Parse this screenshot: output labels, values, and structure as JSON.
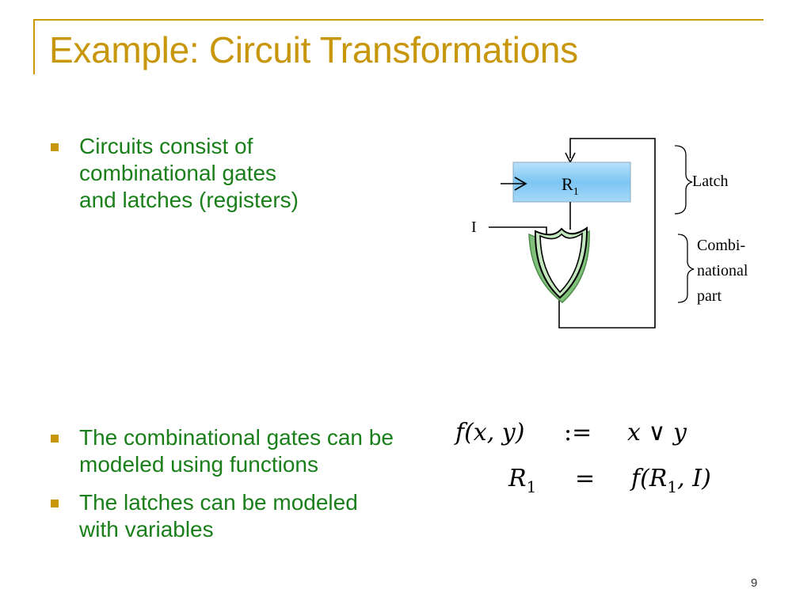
{
  "slide": {
    "title": "Example: Circuit Transformations",
    "page_number": "9"
  },
  "bullets_top": [
    "Circuits consist of combinational gates and latches (registers)"
  ],
  "bullets_bottom": [
    "The combinational gates can be modeled using functions",
    "The latches can be modeled with variables"
  ],
  "diagram": {
    "register_label": "R",
    "register_subscript": "1",
    "input_label": "I",
    "latch_label": "Latch",
    "comb_label_1": "Combi-",
    "comb_label_2": "national",
    "comb_label_3": "part",
    "colors": {
      "register_fill": "#8ecdf5",
      "gate_fill": "#9ed49a",
      "accent": "#c8960a",
      "bullet_text": "#1a7f1a"
    }
  },
  "equations": {
    "line1_lhs": "f(x, y)",
    "line1_op": ":=",
    "line1_rhs": "x ∨ y",
    "line2_lhs": "R",
    "line2_lhs_sub": "1",
    "line2_op": "=",
    "line2_rhs_pre": "f(R",
    "line2_rhs_sub": "1",
    "line2_rhs_post": ", I)"
  }
}
